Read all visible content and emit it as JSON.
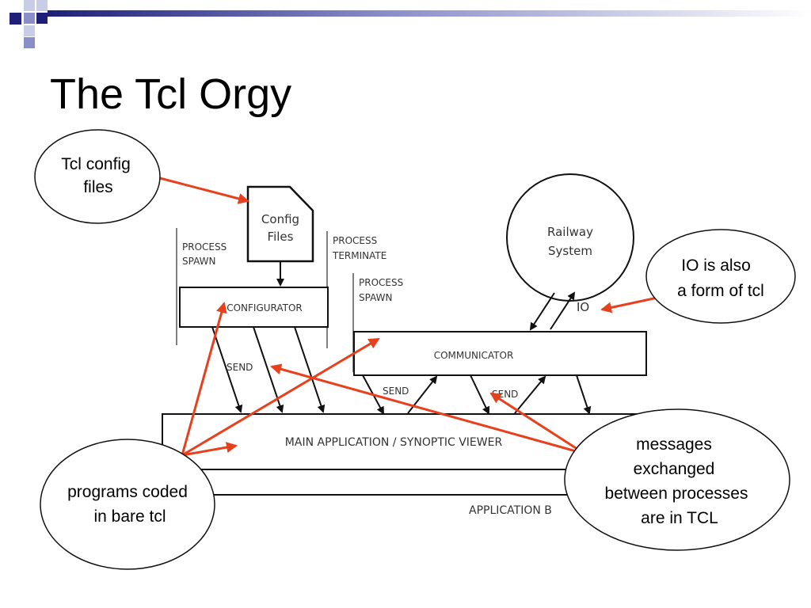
{
  "slide": {
    "title": "The Tcl Orgy"
  },
  "diagram": {
    "config_files": [
      "Config",
      "Files"
    ],
    "railway_system": [
      "Railway",
      "System"
    ],
    "process_spawn_left": [
      "PROCESS",
      "SPAWN"
    ],
    "process_terminate": [
      "PROCESS",
      "TERMINATE"
    ],
    "process_spawn_right": [
      "PROCESS",
      "SPAWN"
    ],
    "configurator": "CONFIGURATOR",
    "communicator": "COMMUNICATOR",
    "io": "IO",
    "send_labels": [
      "SEND",
      "SEND",
      "SEND"
    ],
    "main_application": "MAIN APPLICATION / SYNOPTIC VIEWER",
    "application_bus": "APPLICATION B"
  },
  "callouts": {
    "tcl_config": [
      "Tcl config",
      "files"
    ],
    "io_also": [
      "IO is also",
      "a form of tcl"
    ],
    "programs": [
      "programs coded",
      "in bare tcl"
    ],
    "messages": [
      "messages",
      "exchanged",
      "between processes",
      "are in TCL"
    ]
  },
  "colors": {
    "accent_arrow": "#e8401c",
    "deco_navy": "#1f1f7a",
    "deco_blue": "#8a8fc9",
    "deco_light": "#c9cce6"
  }
}
